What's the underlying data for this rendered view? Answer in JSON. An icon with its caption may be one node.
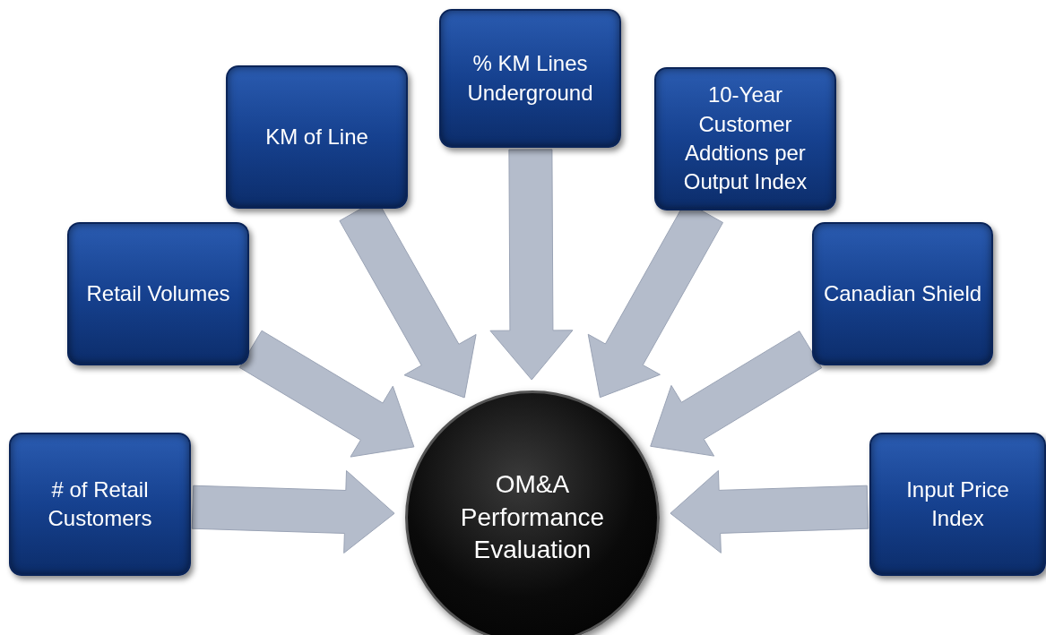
{
  "diagram": {
    "nodes": [
      {
        "text": [
          "# of Retail Customers"
        ]
      },
      {
        "text": [
          "Retail Volumes"
        ]
      },
      {
        "text": [
          "KM of Line"
        ]
      },
      {
        "text": [
          "% KM Lines Underground"
        ]
      },
      {
        "text": [
          "10-Year Customer Addtions per Output Index"
        ]
      },
      {
        "text": [
          "Canadian Shield"
        ]
      },
      {
        "text": [
          "Input Price Index"
        ]
      },
      {
        "text": [
          "OM&A Performance Evaluation"
        ]
      }
    ],
    "edges": [
      {
        "from": 0,
        "to": 7,
        "arrow": "to"
      },
      {
        "from": 1,
        "to": 7,
        "arrow": "to"
      },
      {
        "from": 2,
        "to": 7,
        "arrow": "to"
      },
      {
        "from": 3,
        "to": 7,
        "arrow": "to"
      },
      {
        "from": 4,
        "to": 7,
        "arrow": "to"
      },
      {
        "from": 5,
        "to": 7,
        "arrow": "to"
      },
      {
        "from": 6,
        "to": 7,
        "arrow": "to"
      }
    ]
  }
}
